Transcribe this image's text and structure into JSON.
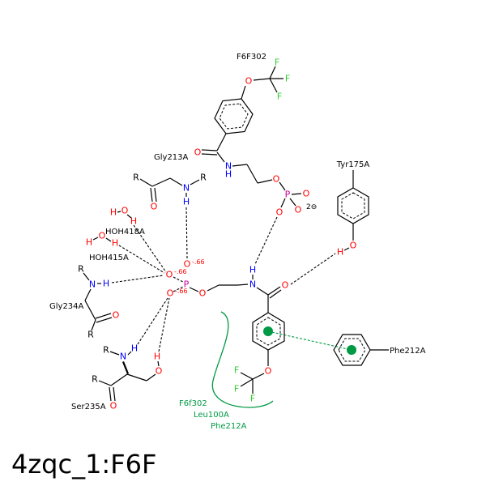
{
  "title": "4zqc_1:F6F",
  "residues": {
    "ligand_top": "F6F302",
    "gly213": "Gly213A",
    "tyr175": "Tyr175A",
    "hoh418": "HOH418A",
    "hoh415": "HOH415A",
    "gly234": "Gly234A",
    "ser235": "Ser235A",
    "phe212": "Phe212A"
  },
  "hydrophobic_labels": [
    "F6f302",
    "Leu100A",
    "Phe212A"
  ],
  "atoms": {
    "O": "O",
    "N": "N",
    "H": "H",
    "F": "F",
    "P": "P",
    "R": "R"
  },
  "charges": {
    "partial": "-.66",
    "phosphate": "2⊖"
  },
  "colors": {
    "oxygen": "#ff0000",
    "nitrogen": "#0000ff",
    "fluorine": "#33cc33",
    "phosphorus": "#cc0099",
    "hydrophobic": "#009944"
  }
}
